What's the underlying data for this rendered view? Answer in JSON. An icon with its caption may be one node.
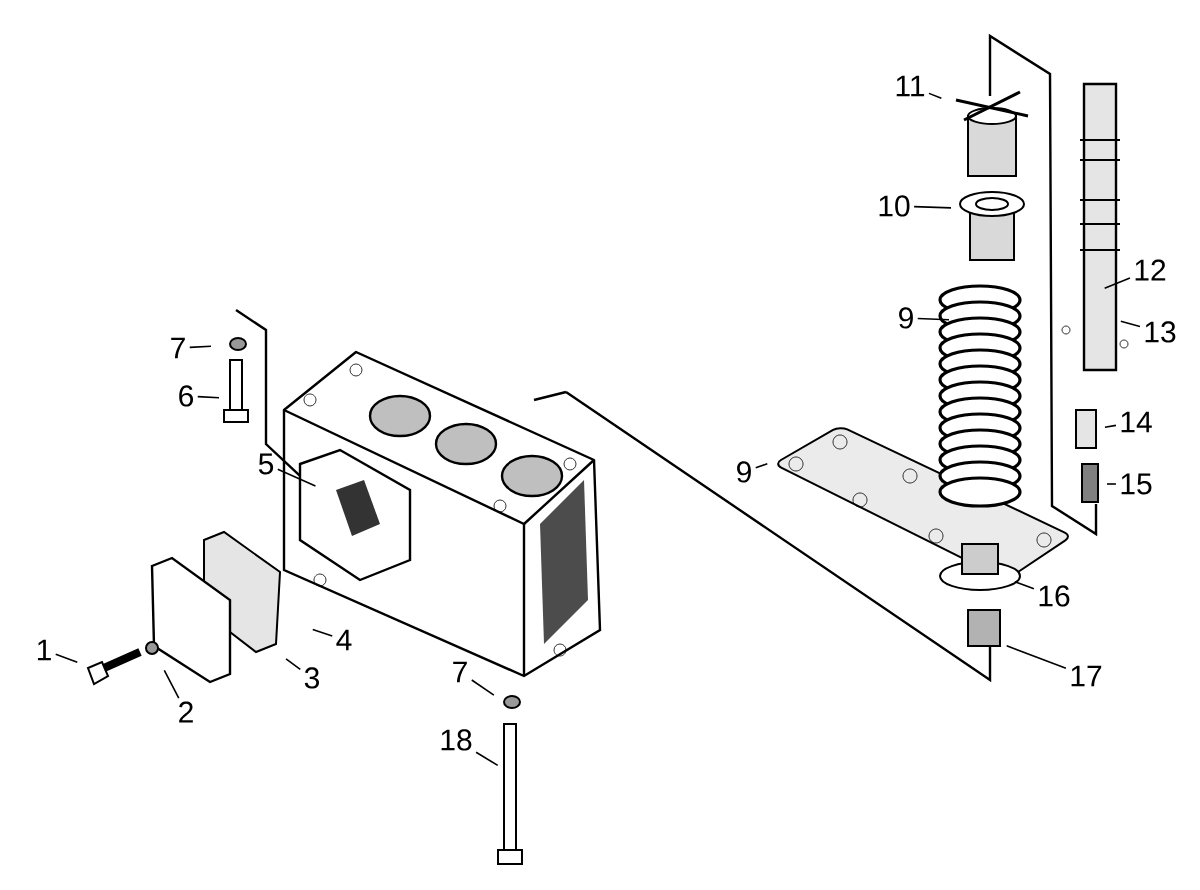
{
  "diagram": {
    "nodes": [
      {
        "text": [
          "11"
        ]
      },
      {
        "text": [
          "10"
        ]
      },
      {
        "text": [
          "12"
        ]
      },
      {
        "text": [
          "9"
        ]
      },
      {
        "text": [
          "13"
        ]
      },
      {
        "text": [
          "7"
        ]
      },
      {
        "text": [
          "6"
        ]
      },
      {
        "text": [
          "14"
        ]
      },
      {
        "text": [
          "5"
        ]
      },
      {
        "text": [
          "9"
        ]
      },
      {
        "text": [
          "15"
        ]
      },
      {
        "text": [
          "16"
        ]
      },
      {
        "text": [
          "4"
        ]
      },
      {
        "text": [
          "17"
        ]
      },
      {
        "text": [
          "1"
        ]
      },
      {
        "text": [
          "3"
        ]
      },
      {
        "text": [
          "2"
        ]
      },
      {
        "text": [
          "7"
        ]
      },
      {
        "text": [
          "18"
        ]
      }
    ],
    "edges": [
      {
        "from": 0,
        "to": null,
        "arrow": "none"
      },
      {
        "from": 1,
        "to": null,
        "arrow": "none"
      },
      {
        "from": 2,
        "to": null,
        "arrow": "none"
      },
      {
        "from": 3,
        "to": null,
        "arrow": "none"
      },
      {
        "from": 4,
        "to": null,
        "arrow": "none"
      },
      {
        "from": 5,
        "to": null,
        "arrow": "none"
      },
      {
        "from": 6,
        "to": null,
        "arrow": "none"
      },
      {
        "from": 7,
        "to": null,
        "arrow": "none"
      },
      {
        "from": 8,
        "to": null,
        "arrow": "none"
      },
      {
        "from": 9,
        "to": null,
        "arrow": "none"
      },
      {
        "from": 10,
        "to": null,
        "arrow": "none"
      },
      {
        "from": 11,
        "to": null,
        "arrow": "none"
      },
      {
        "from": 12,
        "to": null,
        "arrow": "none"
      },
      {
        "from": 13,
        "to": null,
        "arrow": "none"
      },
      {
        "from": 14,
        "to": null,
        "arrow": "none"
      },
      {
        "from": 15,
        "to": null,
        "arrow": "none"
      },
      {
        "from": 16,
        "to": null,
        "arrow": "none"
      },
      {
        "from": 17,
        "to": null,
        "arrow": "none"
      },
      {
        "from": 18,
        "to": null,
        "arrow": "none"
      }
    ]
  }
}
